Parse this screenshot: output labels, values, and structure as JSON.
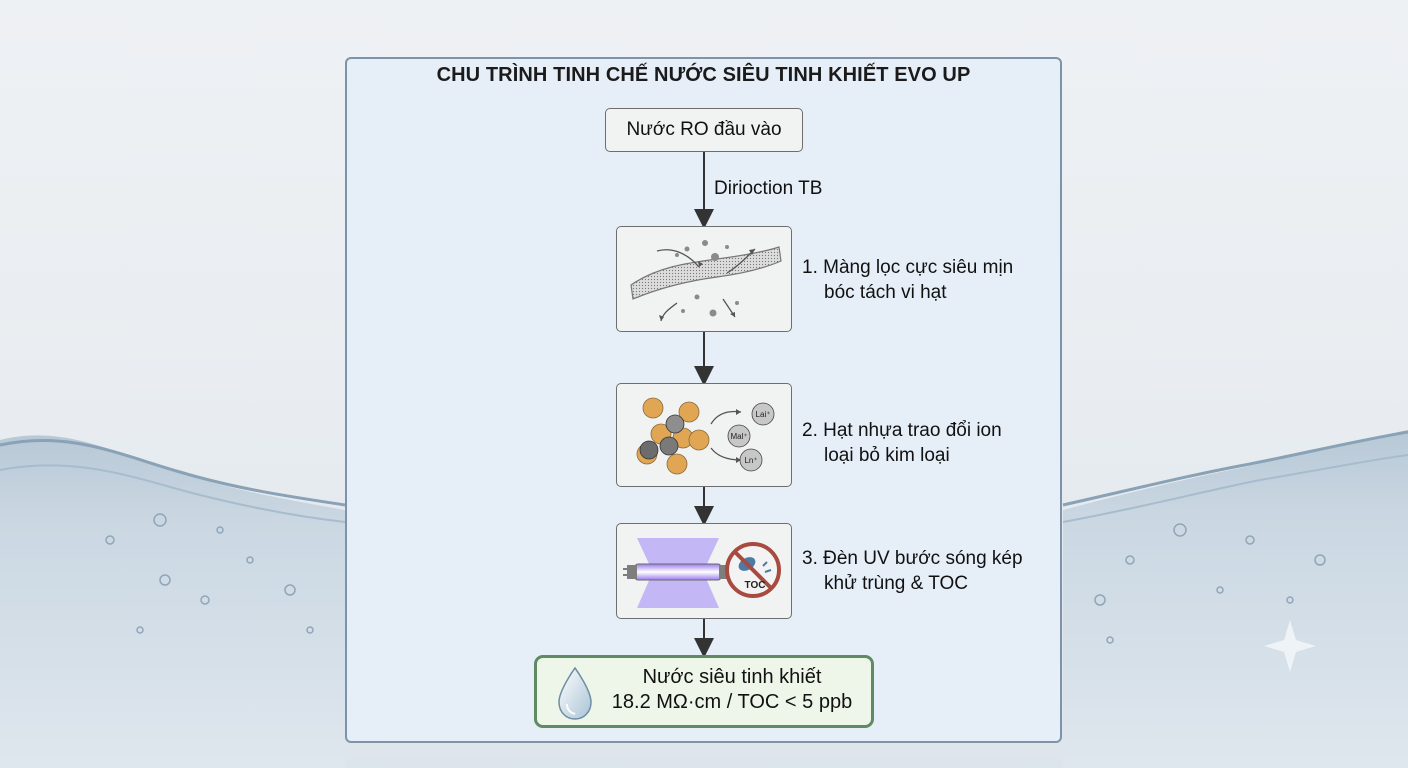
{
  "title": "CHU TRÌNH TINH CHẾ NƯỚC SIÊU TINH KHIẾT EVO UP",
  "input": {
    "label": "Nước RO đầu vào"
  },
  "arrow_label": "Diriocti­on TB",
  "steps": [
    {
      "line1": "1. Màng lọc cực siêu mịn",
      "line2": "bóc tách vi hạt",
      "icon": "membrane-filter-icon"
    },
    {
      "line1": "2. Hạt nhựa trao đổi ion",
      "line2": "loại bỏ kim loại",
      "icon": "ion-exchange-resin-icon",
      "ions": [
        "Lai⁺",
        "Mal⁺",
        "Ln⁺"
      ]
    },
    {
      "line1": "3. Đèn UV bước sóng kép",
      "line2": "khử trùng & TOC",
      "icon": "uv-lamp-icon",
      "badge": "TOC"
    }
  ],
  "output": {
    "line1": "Nước siêu tinh khiết",
    "line2": "18.2 MΩ·cm / TOC < 5 ppb",
    "icon": "water-drop-icon"
  },
  "colors": {
    "panel_border": "#7d93aa",
    "output_border": "#5f8a63",
    "uv_violet": "#9b7cf0",
    "resin_orange": "#e0a654",
    "no_sign_red": "#a84a3f"
  }
}
